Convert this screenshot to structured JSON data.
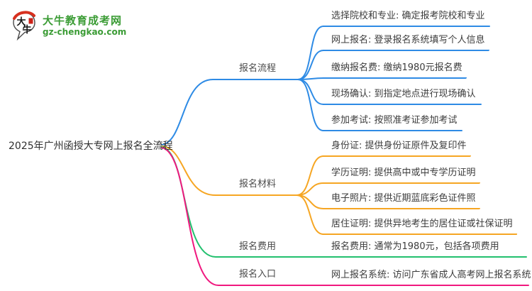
{
  "brand": {
    "name": "大牛教育成考网",
    "domain": "gz-chengkao.com",
    "logo_char_top": "大",
    "logo_char_bottom": "牛"
  },
  "center": {
    "title": "2025年广州函授大专网上报名全流程"
  },
  "colors": {
    "process_blue": "#2e8be5",
    "materials_orange": "#f6a623",
    "fee_green": "#22c06e",
    "entry_pink": "#f0187f",
    "brand_green": "#3b9c35",
    "logo_red": "#d7301f"
  },
  "branches": [
    {
      "label": "报名流程",
      "children": [
        "选择院校和专业: 确定报考院校和专业",
        "网上报名: 登录报名系统填写个人信息",
        "缴纳报名费: 缴纳1980元报名费",
        "现场确认: 到指定地点进行现场确认",
        "参加考试: 按照准考证参加考试"
      ]
    },
    {
      "label": "报名材料",
      "children": [
        "身份证: 提供身份证原件及复印件",
        "学历证明: 提供高中或中专学历证明",
        "电子照片: 提供近期蓝底彩色证件照",
        "居住证明: 提供异地考生的居住证或社保证明"
      ]
    },
    {
      "label": "报名费用",
      "children": [
        "报名费用: 通常为1980元，包括各项费用"
      ]
    },
    {
      "label": "报名入口",
      "children": [
        "网上报名系统: 访问广东省成人高考网上报名系统"
      ]
    }
  ]
}
